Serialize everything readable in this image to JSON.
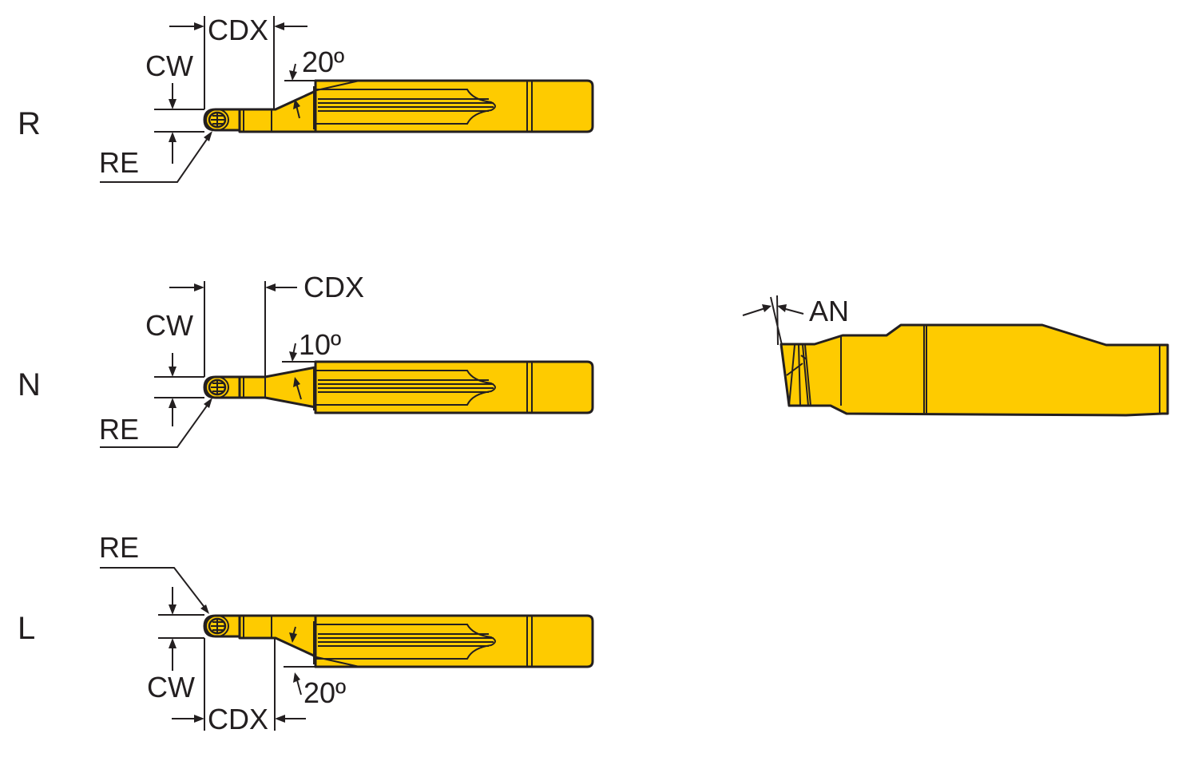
{
  "colors": {
    "insert_fill": "#fecb00",
    "outline": "#231f20",
    "background": "#ffffff"
  },
  "views": [
    {
      "id": "R",
      "label": "R",
      "dimensions": {
        "cdx": "CDX",
        "cw": "CW",
        "re": "RE",
        "angle": "20º"
      }
    },
    {
      "id": "N",
      "label": "N",
      "dimensions": {
        "cdx": "CDX",
        "cw": "CW",
        "re": "RE",
        "angle": "10º"
      }
    },
    {
      "id": "L",
      "label": "L",
      "dimensions": {
        "cdx": "CDX",
        "cw": "CW",
        "re": "RE",
        "angle": "20º"
      }
    }
  ],
  "side_view": {
    "dimension": "AN"
  }
}
